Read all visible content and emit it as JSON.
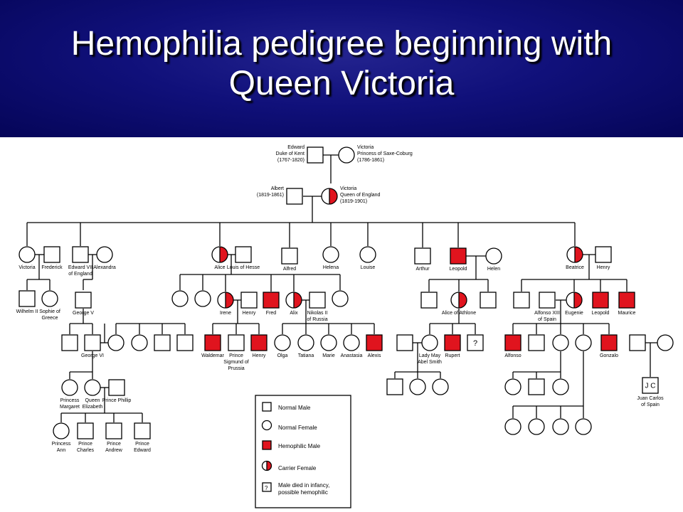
{
  "title": {
    "line1": "Hemophilia pedigree beginning with",
    "line2": "Queen Victoria"
  },
  "colors": {
    "header_bg": "#10107a",
    "affected": "#e0141e",
    "line": "#000000"
  },
  "people": {
    "edward": {
      "name": "Edward",
      "title": "Duke of Kent",
      "dates": "(1767-1820)",
      "status": "normal-male"
    },
    "victoria_saxe": {
      "name": "Victoria",
      "title": "Princess of Saxe-Coburg",
      "dates": "(1786-1861)",
      "status": "normal-female"
    },
    "albert": {
      "name": "Albert",
      "dates": "(1819-1861)",
      "status": "normal-male"
    },
    "queen_victoria": {
      "name": "Victoria",
      "title": "Queen of England",
      "dates": "(1819-1901)",
      "status": "carrier-female"
    },
    "victoria_princess": {
      "name": "Victoria",
      "status": "normal-female"
    },
    "frederick": {
      "name": "Frederick",
      "status": "normal-male"
    },
    "edward7": {
      "name": "Edward VII",
      "title": "of England",
      "status": "normal-male"
    },
    "alexandra": {
      "name": "Alexandra",
      "status": "normal-female"
    },
    "alice": {
      "name": "Alice",
      "status": "carrier-female"
    },
    "louis": {
      "name": "Louis of Hesse",
      "status": "normal-male"
    },
    "alfred": {
      "name": "Alfred",
      "status": "normal-male"
    },
    "helena": {
      "name": "Helena",
      "status": "normal-female"
    },
    "louise": {
      "name": "Louise",
      "status": "normal-female"
    },
    "arthur": {
      "name": "Arthur",
      "status": "normal-male"
    },
    "leopold": {
      "name": "Leopold",
      "status": "hemophilic-male"
    },
    "helen": {
      "name": "Helen",
      "status": "normal-female"
    },
    "beatrice": {
      "name": "Beatrice",
      "status": "carrier-female"
    },
    "henry": {
      "name": "Henry",
      "status": "normal-male"
    },
    "wilhelm": {
      "name": "Wilhelm II",
      "status": "normal-male"
    },
    "sophie": {
      "name": "Sophie of",
      "title": "Greece",
      "status": "normal-female"
    },
    "george5": {
      "name": "George V",
      "status": "normal-male"
    },
    "irene": {
      "name": "Irene",
      "status": "carrier-female"
    },
    "henry_irene": {
      "name": "Henry",
      "status": "normal-male"
    },
    "fred": {
      "name": "Fred",
      "status": "hemophilic-male"
    },
    "alix": {
      "name": "Alix",
      "status": "carrier-female"
    },
    "nikolas": {
      "name": "Nikolas II",
      "title": "of Russia",
      "status": "normal-male"
    },
    "alice_athlone": {
      "name": "Alice of Athlone",
      "status": "carrier-female"
    },
    "alfonso13": {
      "name": "Alfonso XIII",
      "title": "of Spain",
      "status": "normal-male"
    },
    "eugenie": {
      "name": "Eugenie",
      "status": "carrier-female"
    },
    "leopold2": {
      "name": "Leopold",
      "status": "hemophilic-male"
    },
    "maurice": {
      "name": "Maurice",
      "status": "hemophilic-male"
    },
    "george6": {
      "name": "George VI",
      "status": "normal-male"
    },
    "waldemar": {
      "name": "Waldemar",
      "status": "hemophilic-male"
    },
    "prince_sigmund": {
      "name": "Prince",
      "title": "Sigmund of",
      "extra": "Prussia",
      "status": "normal-male"
    },
    "henry_prussia": {
      "name": "Henry",
      "status": "hemophilic-male"
    },
    "olga": {
      "name": "Olga",
      "status": "normal-female"
    },
    "tatiana": {
      "name": "Tatiana",
      "status": "normal-female"
    },
    "marie": {
      "name": "Marie",
      "status": "normal-female"
    },
    "anastasia": {
      "name": "Anastasia",
      "status": "normal-female"
    },
    "alexis": {
      "name": "Alexis",
      "status": "hemophilic-male"
    },
    "lady_may": {
      "name": "Lady May",
      "title": "Abel Smith",
      "status": "normal-female"
    },
    "rupert": {
      "name": "Rupert",
      "status": "hemophilic-male"
    },
    "unknown_male": {
      "name": "?",
      "status": "died-in-infancy"
    },
    "alfonso": {
      "name": "Alfonso",
      "status": "hemophilic-male"
    },
    "gonzalo": {
      "name": "Gonzalo",
      "status": "hemophilic-male"
    },
    "princess_margaret": {
      "name": "Princess",
      "title": "Margaret",
      "status": "normal-female"
    },
    "queen_elizabeth": {
      "name": "Queen",
      "title": "Elizabeth",
      "status": "normal-female"
    },
    "prince_phillip": {
      "name": "Prince Phillip",
      "status": "normal-male"
    },
    "juan_carlos": {
      "name": "Juan Carlos",
      "title": "of Spain",
      "symbol_text": "J C",
      "status": "normal-male"
    },
    "princess_ann": {
      "name": "Princess",
      "title": "Ann",
      "status": "normal-female"
    },
    "prince_charles": {
      "name": "Prince",
      "title": "Charles",
      "status": "normal-male"
    },
    "prince_andrew": {
      "name": "Prince",
      "title": "Andrew",
      "status": "normal-male"
    },
    "prince_edward": {
      "name": "Prince",
      "title": "Edward",
      "status": "normal-male"
    }
  },
  "legend": {
    "normal_male": "Normal Male",
    "normal_female": "Normal Female",
    "hemophilic_male": "Hemophilic Male",
    "carrier_female": "Carrier Female",
    "died_infancy_line1": "Male died in infancy,",
    "died_infancy_line2": "possible hemophilic",
    "question_mark": "?"
  }
}
